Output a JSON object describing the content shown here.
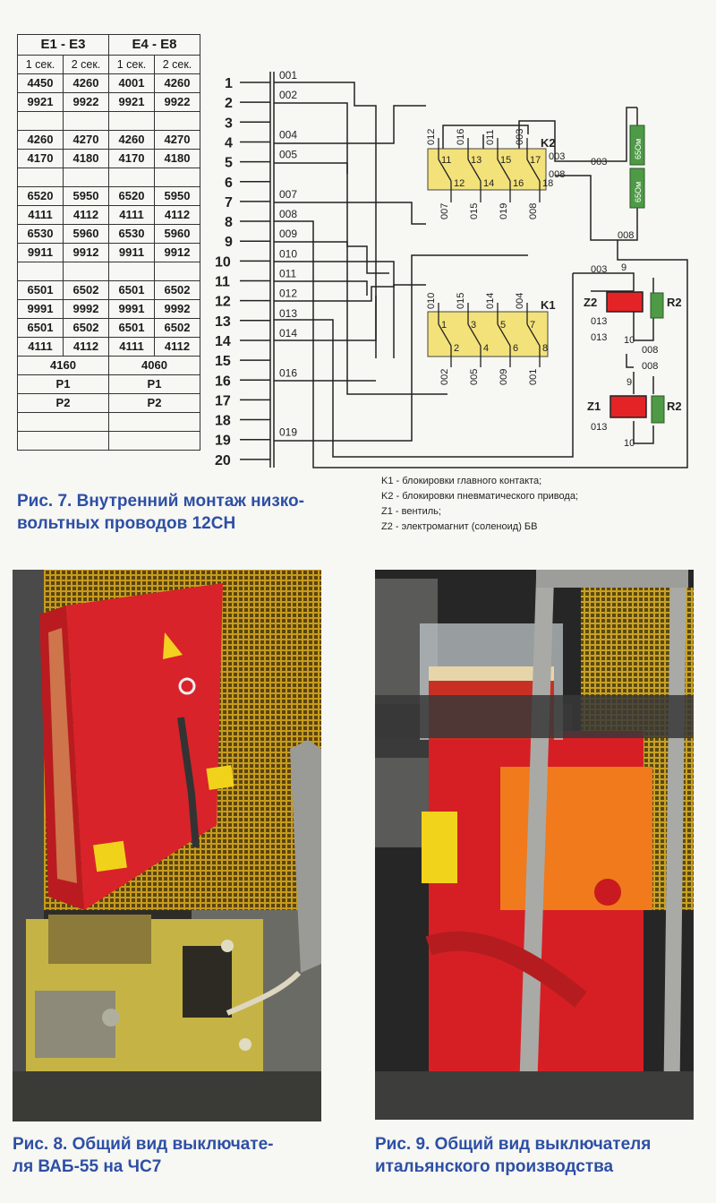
{
  "table": {
    "headers": [
      "E1 - E3",
      "E4 - E8"
    ],
    "subheaders": [
      "1 сек.",
      "2 сек.",
      "1 сек.",
      "2 сек."
    ],
    "rows": [
      [
        "4450",
        "4260",
        "4001",
        "4260"
      ],
      [
        "9921",
        "9922",
        "9921",
        "9922"
      ],
      [
        "",
        "",
        "",
        ""
      ],
      [
        "4260",
        "4270",
        "4260",
        "4270"
      ],
      [
        "4170",
        "4180",
        "4170",
        "4180"
      ],
      [
        "",
        "",
        "",
        ""
      ],
      [
        "6520",
        "5950",
        "6520",
        "5950"
      ],
      [
        "4111",
        "4112",
        "4111",
        "4112"
      ],
      [
        "6530",
        "5960",
        "6530",
        "5960"
      ],
      [
        "9911",
        "9912",
        "9911",
        "9912"
      ],
      [
        "",
        "",
        "",
        ""
      ],
      [
        "6501",
        "6502",
        "6501",
        "6502"
      ],
      [
        "9991",
        "9992",
        "9991",
        "9992"
      ],
      [
        "6501",
        "6502",
        "6501",
        "6502"
      ],
      [
        "4111",
        "4112",
        "4111",
        "4112"
      ]
    ],
    "merged_rows": [
      [
        "4160",
        "4060"
      ],
      [
        "P1",
        "P1"
      ],
      [
        "P2",
        "P2"
      ],
      [
        "",
        ""
      ],
      [
        "",
        ""
      ]
    ]
  },
  "diagram": {
    "terminals": [
      "1",
      "2",
      "3",
      "4",
      "5",
      "6",
      "7",
      "8",
      "9",
      "10",
      "11",
      "12",
      "13",
      "14",
      "15",
      "16",
      "17",
      "18",
      "19",
      "20"
    ],
    "wires": [
      "001",
      "002",
      "004",
      "005",
      "007",
      "008",
      "009",
      "010",
      "011",
      "012",
      "013",
      "014",
      "016",
      "019"
    ],
    "k2": {
      "label": "K2",
      "top_wires": [
        "012",
        "016",
        "011",
        "003"
      ],
      "bottom_wires": [
        "007",
        "015",
        "019",
        "008"
      ],
      "contacts_top": [
        "11",
        "13",
        "15",
        "17"
      ],
      "contacts_bottom": [
        "12",
        "14",
        "16",
        "18"
      ],
      "side_wires": [
        "003",
        "008"
      ]
    },
    "k1": {
      "label": "K1",
      "top_wires": [
        "010",
        "015",
        "014",
        "004"
      ],
      "bottom_wires": [
        "002",
        "005",
        "009",
        "001"
      ],
      "contacts_top": [
        "1",
        "3",
        "5",
        "7"
      ],
      "contacts_bottom": [
        "2",
        "4",
        "6",
        "8"
      ]
    },
    "resistors_top": [
      "65Ом",
      "65Ом"
    ],
    "res_top_wires": [
      "003",
      "008"
    ],
    "z2": {
      "label": "Z2",
      "r": "R2",
      "n_top": "9",
      "n_bot": "10",
      "w_top": "003",
      "w_mid": "013",
      "w_bot": "013"
    },
    "z1": {
      "label": "Z1",
      "r": "R2",
      "n_top": "9",
      "n_bot": "10",
      "w1": "008",
      "w2": "008",
      "w_bot": "013"
    }
  },
  "captions": {
    "fig7": [
      "Рис. 7. Внутренний монтаж низко-",
      "вольтных проводов 12СН"
    ],
    "fig8": [
      "Рис. 8. Общий вид выключате-",
      "ля ВАБ-55 на ЧС7"
    ],
    "fig9": [
      "Рис. 9. Общий вид выключателя",
      "итальянского производства"
    ]
  },
  "legend": [
    "K1 - блокировки главного контакта;",
    "K2 - блокировки пневматического привода;",
    "Z1 - вентиль;",
    "Z2 - электромагнит (соленоид) БВ"
  ],
  "colors": {
    "caption": "#2d4fa5",
    "relay": "#f3e27a",
    "solenoid": "#e42326",
    "resistor": "#4e9a46"
  }
}
